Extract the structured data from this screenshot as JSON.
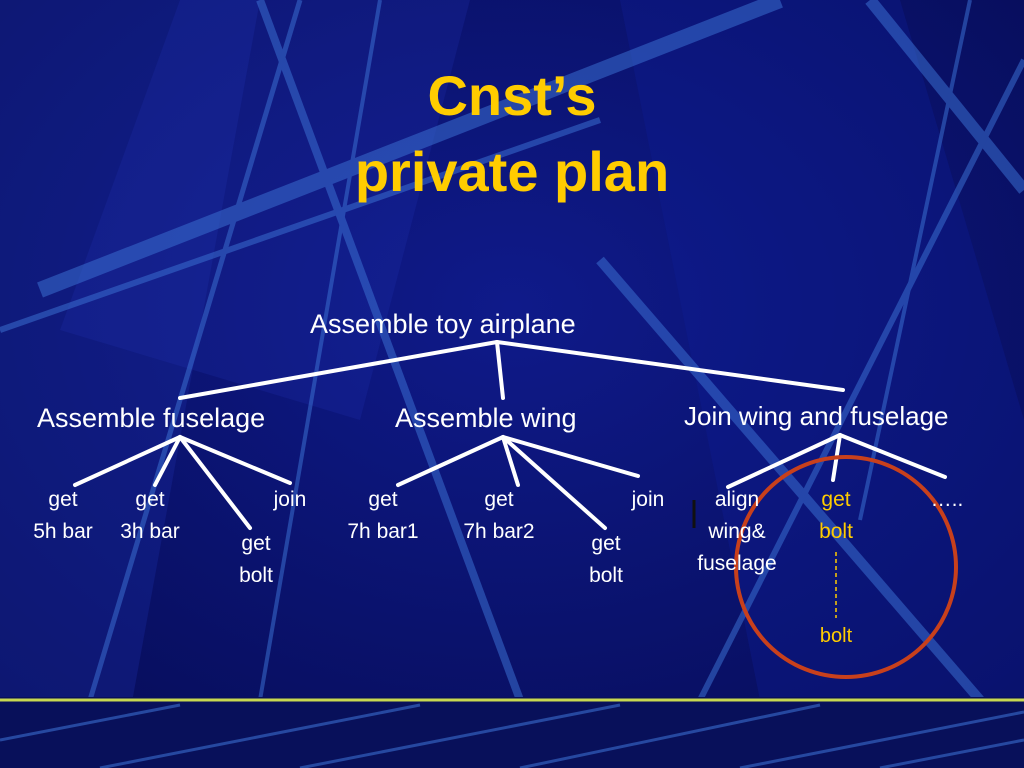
{
  "slide": {
    "title_line1": "Cnst’s",
    "title_line2": "private plan",
    "colors": {
      "background": "#0a1270",
      "title": "#ffcc00",
      "text": "#ffffff",
      "highlight_text": "#ffcc00",
      "circle": "#c8401c"
    }
  },
  "tree": {
    "root": "Assemble toy airplane",
    "fuselage": {
      "label": "Assemble fuselage",
      "steps": [
        {
          "line1": "get",
          "line2": "5h bar"
        },
        {
          "line1": "get",
          "line2": "3h  bar"
        },
        {
          "line1": "get",
          "line2": "bolt"
        },
        {
          "line1": "join",
          "line2": ""
        }
      ]
    },
    "wing": {
      "label": "Assemble wing",
      "steps": [
        {
          "line1": "get",
          "line2": "7h bar1"
        },
        {
          "line1": "get",
          "line2": "7h bar2"
        },
        {
          "line1": "get",
          "line2": "bolt"
        },
        {
          "line1": "join",
          "line2": ""
        }
      ]
    },
    "join": {
      "label": "Join wing and fuselage",
      "steps": [
        {
          "line1": "align",
          "line2": "wing&",
          "line3": "fuselage"
        },
        {
          "line1": "get",
          "line2": "bolt"
        },
        {
          "line1": "…..",
          "line2": ""
        }
      ],
      "resource": "bolt"
    }
  }
}
